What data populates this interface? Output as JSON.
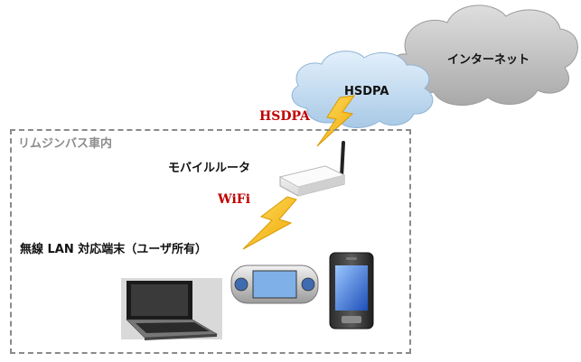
{
  "labels": {
    "internet": "インターネット",
    "hsdpa_network": "HSDPA",
    "hsdpa_link": "HSDPA",
    "bus_area": "リムジンバス車内",
    "mobile_router": "モバイルルータ",
    "wifi_link": "WiFi",
    "wifi_devices": "無線 LAN 対応端末（ユーザ所有）"
  },
  "colors": {
    "internet_cloud": "#c9c9c9",
    "hsdpa_cloud": "#c8def2",
    "link_label": "#c00000",
    "lightning": "#f5bf1a",
    "frame": "#8a8a8a",
    "bus_label": "#8c8c8c"
  },
  "icons": [
    "internet-cloud",
    "hsdpa-cloud",
    "lightning-bolt",
    "mobile-router",
    "laptop",
    "handheld-game-console",
    "smartphone"
  ]
}
